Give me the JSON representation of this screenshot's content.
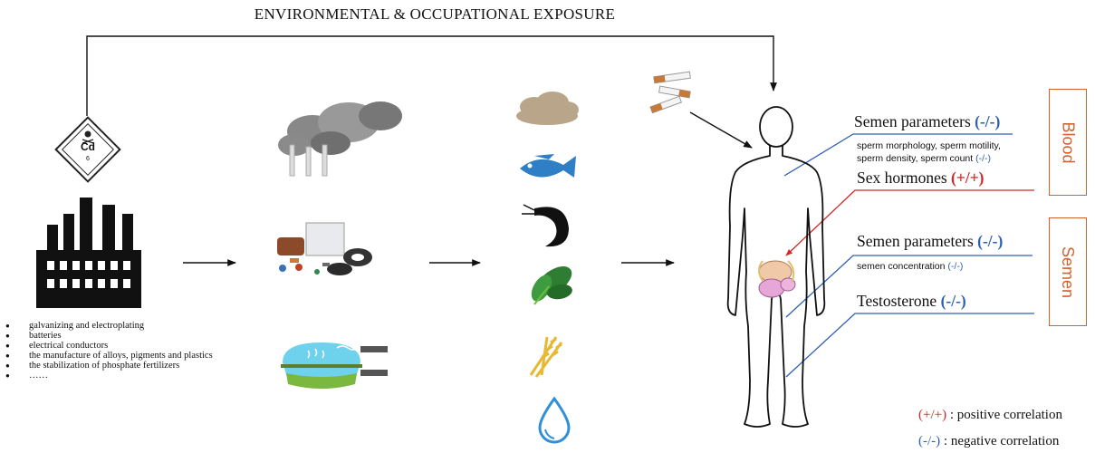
{
  "title": "ENVIRONMENTAL & OCCUPATIONAL EXPOSURE",
  "hazard_label": "Cd",
  "hazard_class": "6",
  "sources": [
    "galvanizing and electroplating",
    "batteries",
    "electrical conductors",
    "the manufacture of alloys, pigments and plastics",
    "the stabilization of phosphate fertilizers",
    "……"
  ],
  "outcomes": {
    "blood_semen": {
      "label": "Semen parameters",
      "corr": "(-/-)",
      "detail_1": "sperm morphology, sperm motility,",
      "detail_2": "sperm density, sperm count",
      "detail_corr": "(-/-)"
    },
    "blood_hormones": {
      "label": "Sex hormones",
      "corr": "(+/+)"
    },
    "semen_semen": {
      "label": "Semen parameters",
      "corr": "(-/-)",
      "detail": "semen concentration",
      "detail_corr": "(-/-)"
    },
    "semen_testosterone": {
      "label": "Testosterone",
      "corr": "(-/-)"
    }
  },
  "boxes": {
    "blood": "Blood",
    "semen": "Semen"
  },
  "legend": {
    "positive_symbol": "(+/+)",
    "positive_text": ": positive correlation",
    "negative_symbol": "(-/-)",
    "negative_text": ": negative correlation"
  },
  "colors": {
    "positive": "#d42626",
    "negative": "#2e5fb3",
    "box": "#d0622c"
  },
  "icons": [
    "factory-icon",
    "cadmium-hazard-icon",
    "smokestack-icon",
    "waste-icon",
    "polluted-water-icon",
    "dust-cloud-icon",
    "fish-icon",
    "shrimp-icon",
    "spinach-icon",
    "wheat-icon",
    "water-drop-icon",
    "cigarettes-icon",
    "human-body-icon",
    "reproductive-organ-icon"
  ]
}
